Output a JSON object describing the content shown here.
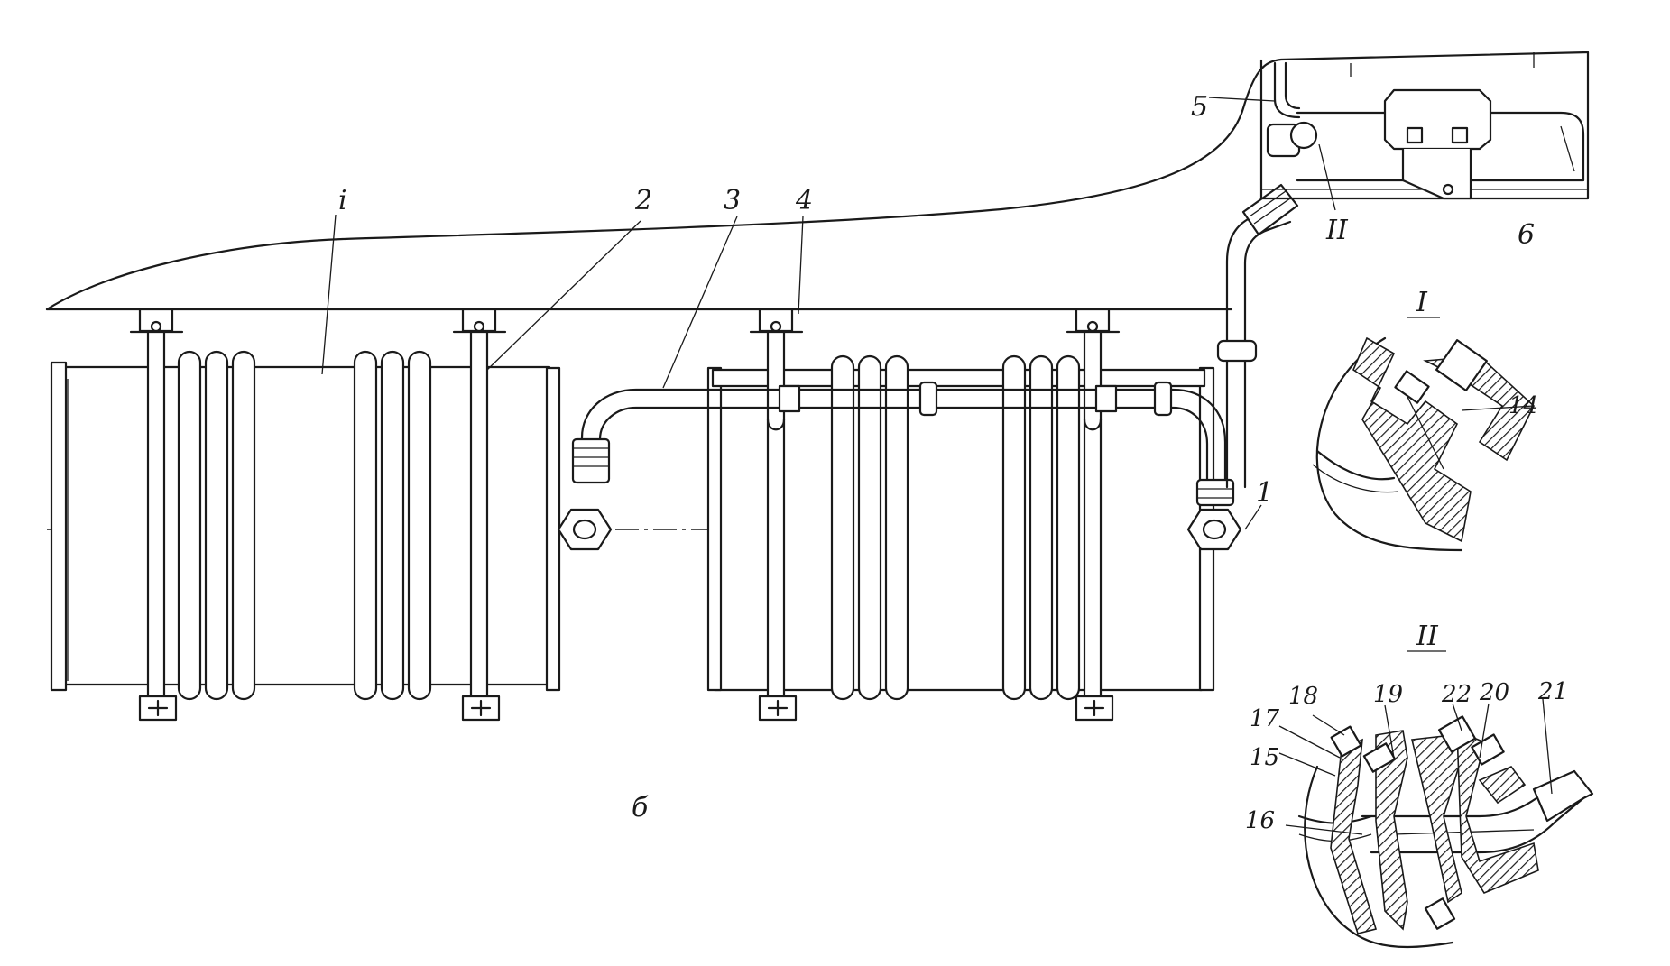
{
  "labels": {
    "part_1": "i",
    "part_2": "2",
    "part_3": "3",
    "part_4": "4",
    "part_5": "5",
    "part_6": "6",
    "part_1_end": "1",
    "part_14": "14",
    "part_15": "15",
    "part_16": "16",
    "part_17": "17",
    "part_18": "18",
    "part_19": "19",
    "part_20": "20",
    "part_21": "21",
    "part_22": "22",
    "detail_I": "I",
    "detail_II": "II",
    "callout_II": "II",
    "view_letter": "б"
  },
  "colors": {
    "ink": "#1a1a1a",
    "paper": "#ffffff"
  }
}
